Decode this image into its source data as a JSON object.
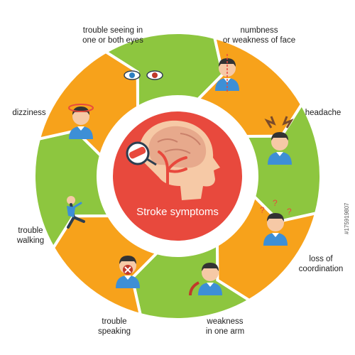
{
  "center_title": "Stroke symptoms",
  "symptoms": [
    {
      "id": "trouble-seeing",
      "lines": [
        "trouble seeing in",
        "one or both eyes"
      ]
    },
    {
      "id": "numbness",
      "lines": [
        "numbness",
        "or weakness of face"
      ]
    },
    {
      "id": "headache",
      "lines": [
        "headache"
      ]
    },
    {
      "id": "loss-of-coordination",
      "lines": [
        "loss of",
        "coordination"
      ]
    },
    {
      "id": "weakness-arm",
      "lines": [
        "weakness",
        "in one arm"
      ]
    },
    {
      "id": "trouble-speaking",
      "lines": [
        "trouble",
        "speaking"
      ]
    },
    {
      "id": "trouble-walking",
      "lines": [
        "trouble",
        "walking"
      ]
    },
    {
      "id": "dizziness",
      "lines": [
        "dizziness"
      ]
    }
  ],
  "watermark": "#175919807",
  "colors": {
    "green": "#8DC63F",
    "orange": "#F7A21B",
    "center": "#E8493D",
    "white": "#ffffff",
    "skin": "#F6C9A6",
    "shirt": "#3D8FD6",
    "hair": "#333333"
  }
}
